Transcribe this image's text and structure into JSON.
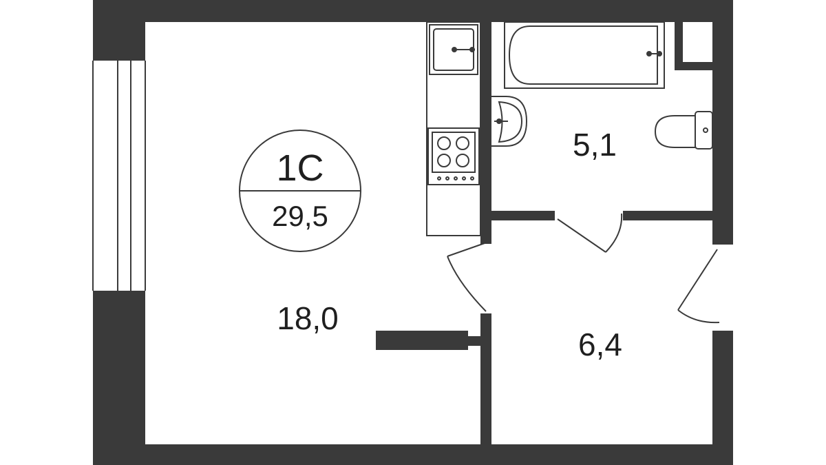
{
  "plan": {
    "colors": {
      "wall": "#3a3a3a",
      "line": "#3a3a3a",
      "background": "#ffffff",
      "text": "#1f1f1f"
    },
    "badge": {
      "type": "1С",
      "total_area": "29,5"
    },
    "rooms": [
      {
        "id": "living-room",
        "area": "18,0"
      },
      {
        "id": "bathroom",
        "area": "5,1"
      },
      {
        "id": "hallway",
        "area": "6,4"
      }
    ],
    "fixtures": [
      "sink-icon",
      "stove-icon",
      "bathtub-icon",
      "washbasin-icon",
      "toilet-icon"
    ]
  }
}
